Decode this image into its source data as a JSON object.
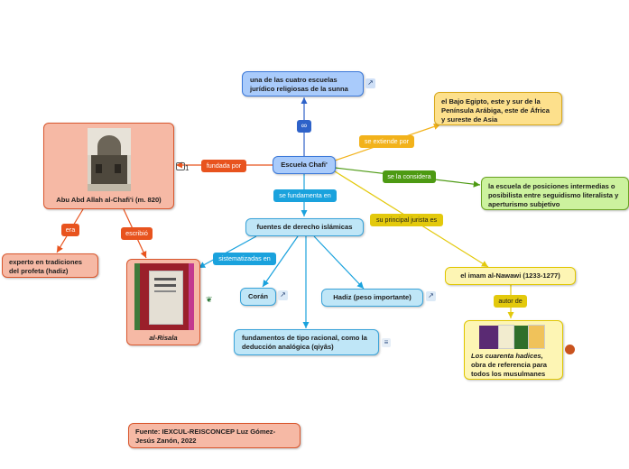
{
  "nodes": {
    "main": "Escuela Chafi'",
    "cuatro": "una de las cuatro escuelas jurídico religiosas de la sunna",
    "egipto": "el Bajo Egipto, este y sur de la Península Arábiga, este de África y sureste de Asia",
    "intermedias": "la escuela de posiciones intermedias o posibilista entre seguidismo literalista y aperturismo subjetivo",
    "fuentes": "fuentes de derecho islámicas",
    "coran": "Corán",
    "hadiz": "Hadiz (peso importante)",
    "fundamentos": "fundamentos de tipo racional, como la deducción analógica (qiyâs)",
    "nawawi": "el imam al-Nawawi (1233-1277)",
    "cuarenta_title": "Los cuarenta hadices,",
    "cuarenta_rest": "obra de referencia para todos los musulmanes",
    "abu": "Abu Abd Allah al-Chafi'i (m. 820)",
    "experto": "experto en tradiciones del profeta (hadiz)",
    "risala": "al-Risala",
    "fuente": "Fuente: IEXCUL-REISCONCEP Luz Gómez-Jesús Zanón, 2022"
  },
  "labels": {
    "es": "es",
    "se_extiende": "se extiende por",
    "se_considera": "se la considera",
    "fundada_por": "fundada por",
    "se_fundamenta": "se fundamenta en",
    "principal_jurista": "su principal jurista es",
    "sistematizadas": "sistematizadas en",
    "autor_de": "autor de",
    "era": "era",
    "escribio": "escribió"
  },
  "badges": {
    "comment_count": "1"
  },
  "colors": {
    "blue_fill": "#a9cbfb",
    "blue_border": "#3b78d8",
    "cyan_fill": "#bfe6f7",
    "cyan_border": "#3aa3d9",
    "salmon_fill": "#f6b9a5",
    "salmon_border": "#d9572e",
    "yellow_fill": "#fde08c",
    "yellow_border": "#d8a81c",
    "green_fill": "#ccf29e",
    "green_border": "#6aa222",
    "lightyellow_fill": "#fdf5b4",
    "lightyellow_border": "#e0c600"
  }
}
